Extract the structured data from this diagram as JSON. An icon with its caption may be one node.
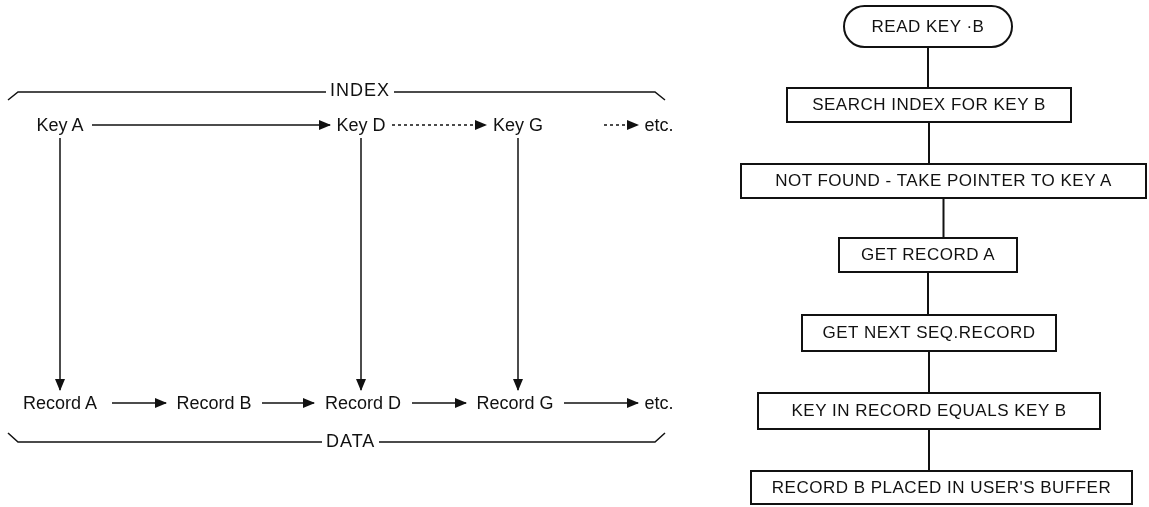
{
  "diagram": {
    "nodes": [
      {
        "text": [
          "Key A"
        ]
      },
      {
        "text": [
          "Key D"
        ]
      },
      {
        "text": [
          "Key G"
        ]
      },
      {
        "text": [
          "etc."
        ]
      },
      {
        "text": [
          "Record A"
        ]
      },
      {
        "text": [
          "Record B"
        ]
      },
      {
        "text": [
          "Record D"
        ]
      },
      {
        "text": [
          "Record G"
        ]
      },
      {
        "text": [
          "etc."
        ]
      },
      {
        "text": [
          "READ KEY ·B"
        ]
      },
      {
        "text": [
          "SEARCH INDEX FOR KEY B"
        ]
      },
      {
        "text": [
          "NOT FOUND - TAKE POINTER TO KEY A"
        ]
      },
      {
        "text": [
          "GET RECORD A"
        ]
      },
      {
        "text": [
          "GET NEXT SEQ.RECORD"
        ]
      },
      {
        "text": [
          "KEY IN RECORD EQUALS KEY B"
        ]
      },
      {
        "text": [
          "RECORD B PLACED IN USER'S BUFFER"
        ]
      }
    ],
    "edges": [
      {
        "from": 0,
        "to": 1,
        "arrow": "to"
      },
      {
        "from": 1,
        "to": 2,
        "arrow": "to",
        "style": "dashed"
      },
      {
        "from": null,
        "to": 3,
        "arrow": "to",
        "style": "dashed"
      },
      {
        "from": 0,
        "to": 4,
        "arrow": "to"
      },
      {
        "from": 1,
        "to": 6,
        "arrow": "to"
      },
      {
        "from": 2,
        "to": 7,
        "arrow": "to"
      },
      {
        "from": 4,
        "to": 5,
        "arrow": "to"
      },
      {
        "from": 5,
        "to": 6,
        "arrow": "to"
      },
      {
        "from": 6,
        "to": 7,
        "arrow": "to"
      },
      {
        "from": 7,
        "to": 8,
        "arrow": "to"
      },
      {
        "from": 9,
        "to": 10,
        "arrow": "none"
      },
      {
        "from": 10,
        "to": 11,
        "arrow": "none"
      },
      {
        "from": 11,
        "to": 12,
        "arrow": "none"
      },
      {
        "from": 12,
        "to": 13,
        "arrow": "none"
      },
      {
        "from": 13,
        "to": 14,
        "arrow": "none"
      },
      {
        "from": 14,
        "to": 15,
        "arrow": "none"
      }
    ],
    "labels": [
      "INDEX",
      "DATA"
    ]
  }
}
